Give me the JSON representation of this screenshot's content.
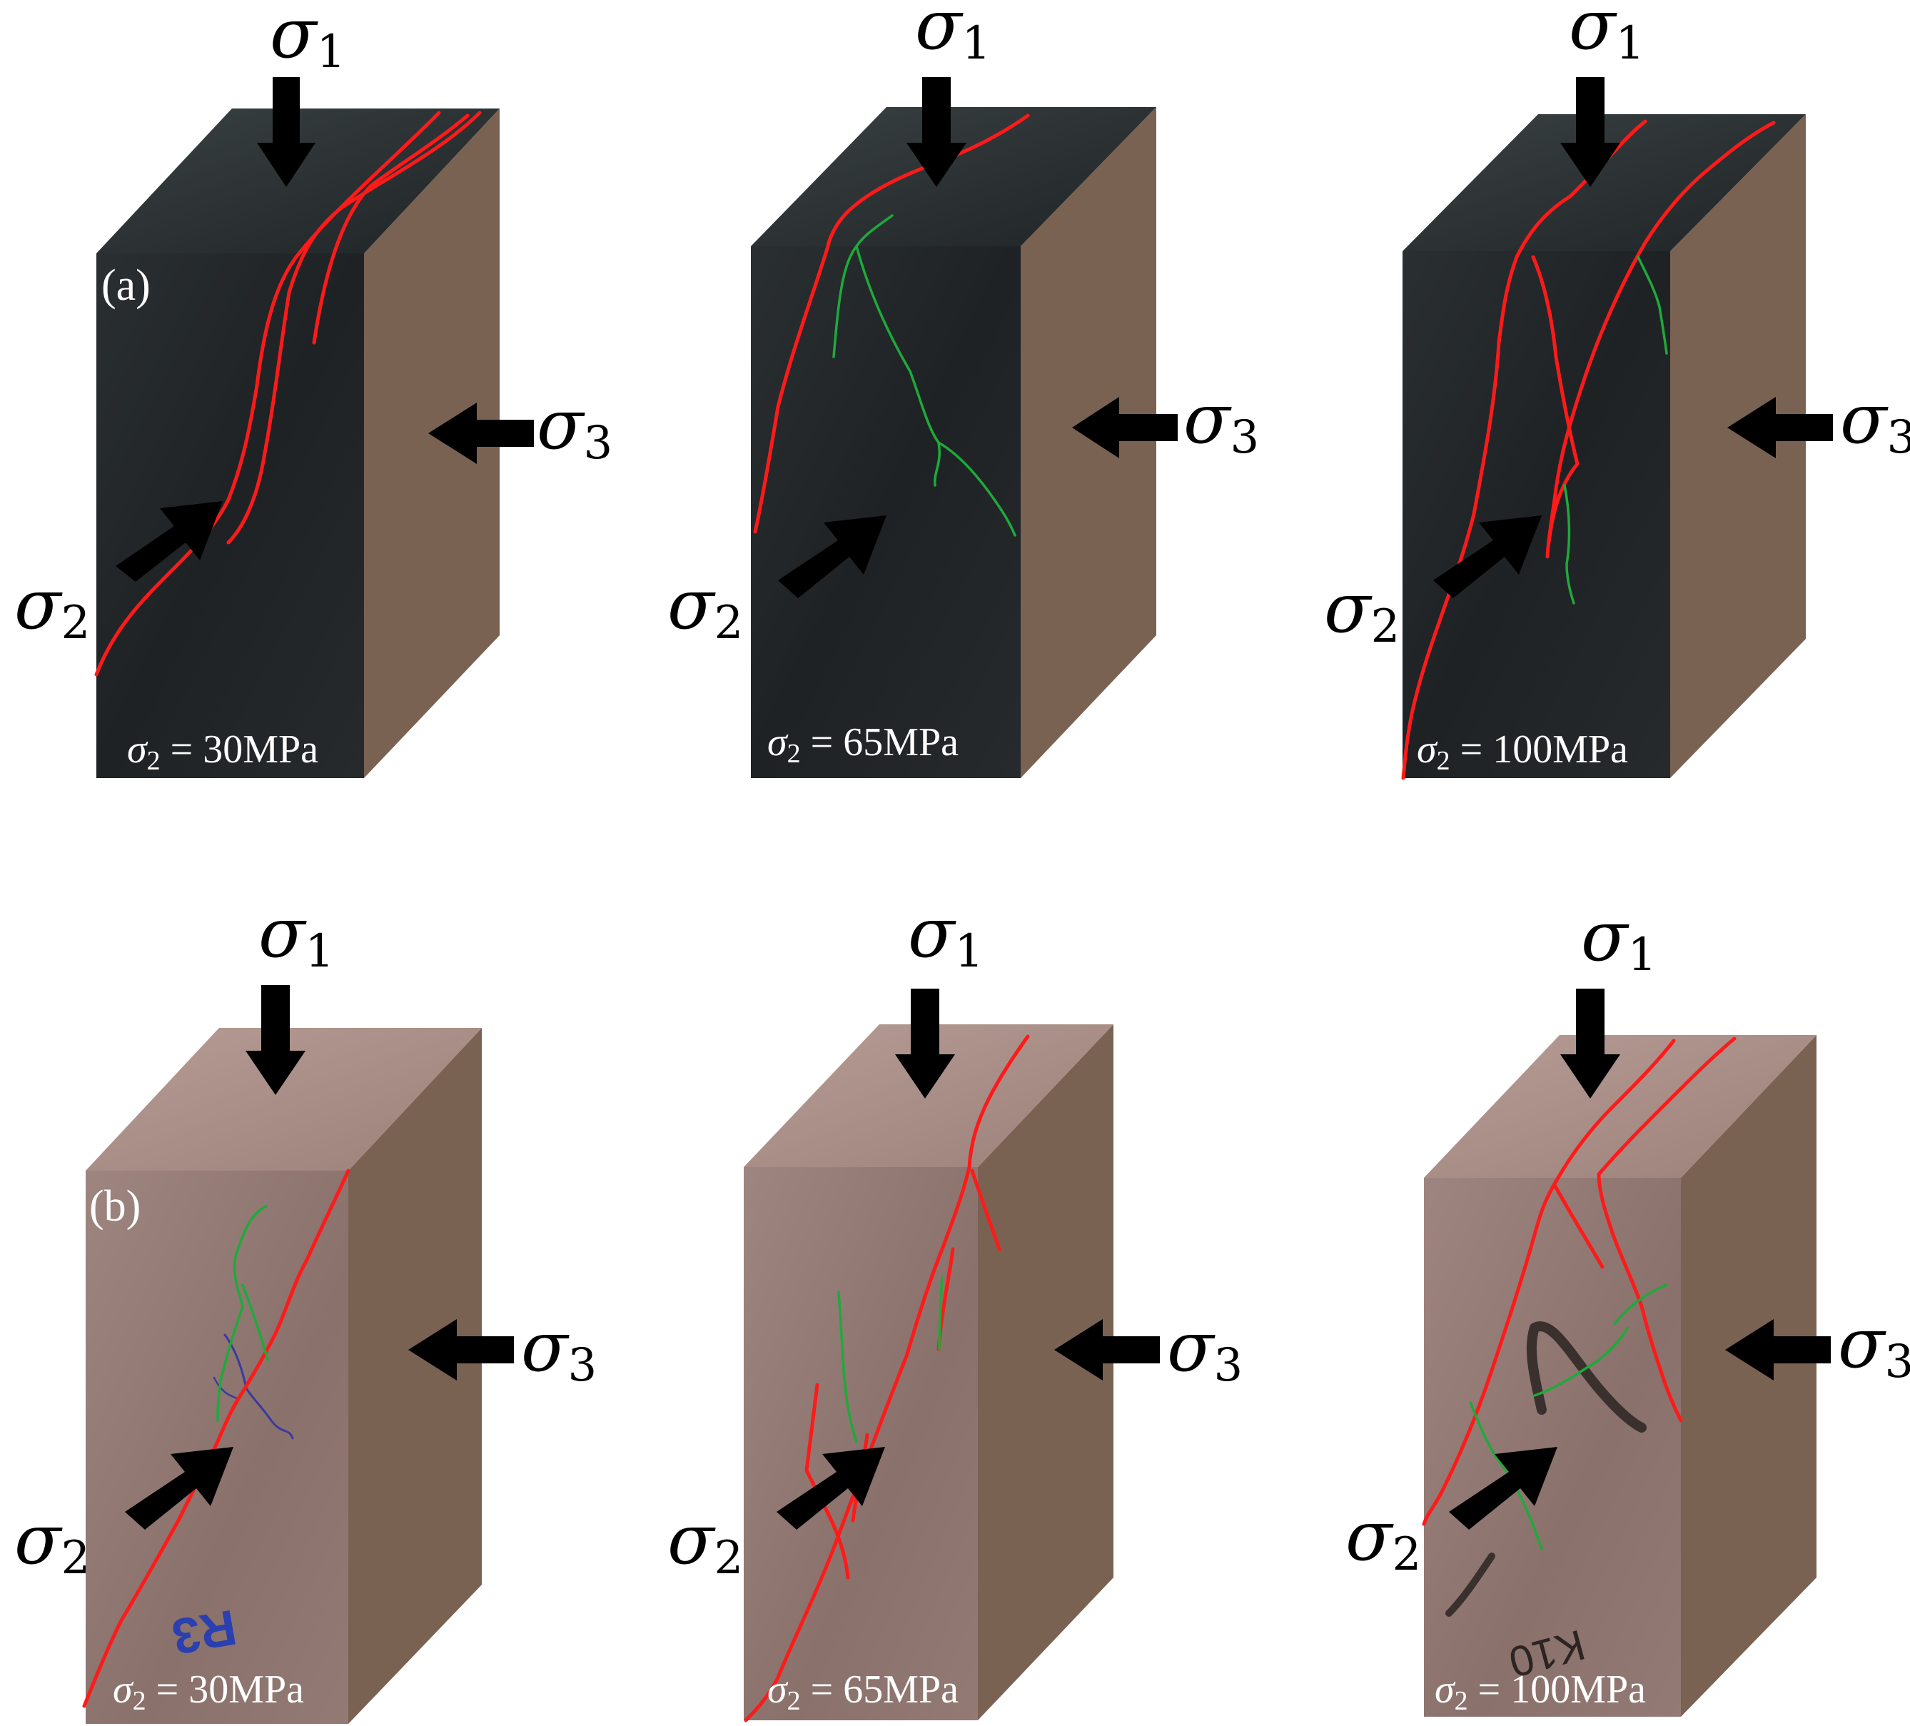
{
  "colors": {
    "side_face": "#7a6253",
    "red_crack": "#ff1a1a",
    "green_crack": "#1eaa3a",
    "arrow": "#000000",
    "row_a_top": "#2b3133",
    "row_a_front": "#232628",
    "row_b_top": "#a98e86",
    "row_b_front": "#8f7670"
  },
  "symbols": {
    "sigma": "σ",
    "sigma1_sub": "1",
    "sigma2_sub": "2",
    "sigma3_sub": "3"
  },
  "rows": [
    {
      "label": "(a)",
      "specimens": [
        {
          "stress_value": "30MPa"
        },
        {
          "stress_value": "65MPa"
        },
        {
          "stress_value": "100MPa"
        }
      ]
    },
    {
      "label": "(b)",
      "specimens": [
        {
          "stress_value": "30MPa"
        },
        {
          "stress_value": "65MPa"
        },
        {
          "stress_value": "100MPa"
        }
      ]
    }
  ],
  "caption_prefix": "σ",
  "caption_sub": "2",
  "caption_equals": " = ",
  "sample_marks": [
    "R3",
    "K10"
  ]
}
